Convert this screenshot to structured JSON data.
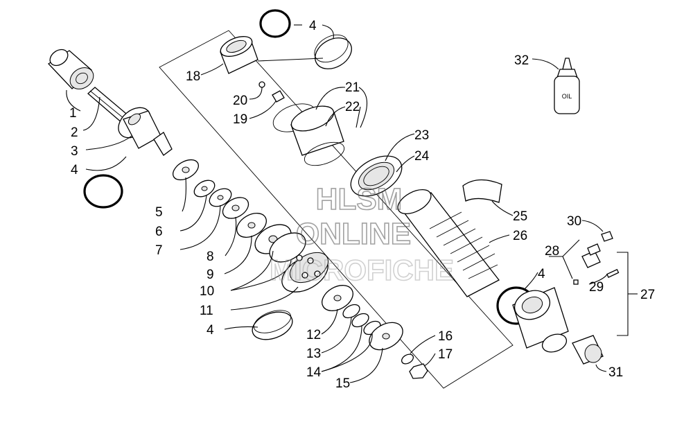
{
  "diagram": {
    "callouts": {
      "c1": "1",
      "c2": "2",
      "c3": "3",
      "c4a": "4",
      "c4b": "4",
      "c4c": "4",
      "c4d": "4",
      "c5": "5",
      "c6": "6",
      "c7": "7",
      "c8": "8",
      "c9": "9",
      "c10": "10",
      "c11": "11",
      "c12": "12",
      "c13": "13",
      "c14": "14",
      "c15": "15",
      "c16": "16",
      "c17": "17",
      "c18": "18",
      "c19": "19",
      "c20": "20",
      "c21": "21",
      "c22": "22",
      "c23": "23",
      "c24": "24",
      "c25": "25",
      "c26": "26",
      "c27": "27",
      "c28": "28",
      "c29": "29",
      "c30": "30",
      "c31": "31",
      "c32": "32"
    },
    "oil_label": "OIL",
    "watermark": {
      "line1": "HLSM",
      "line2": "ONLINE",
      "line3": "MICROFICHE"
    }
  }
}
